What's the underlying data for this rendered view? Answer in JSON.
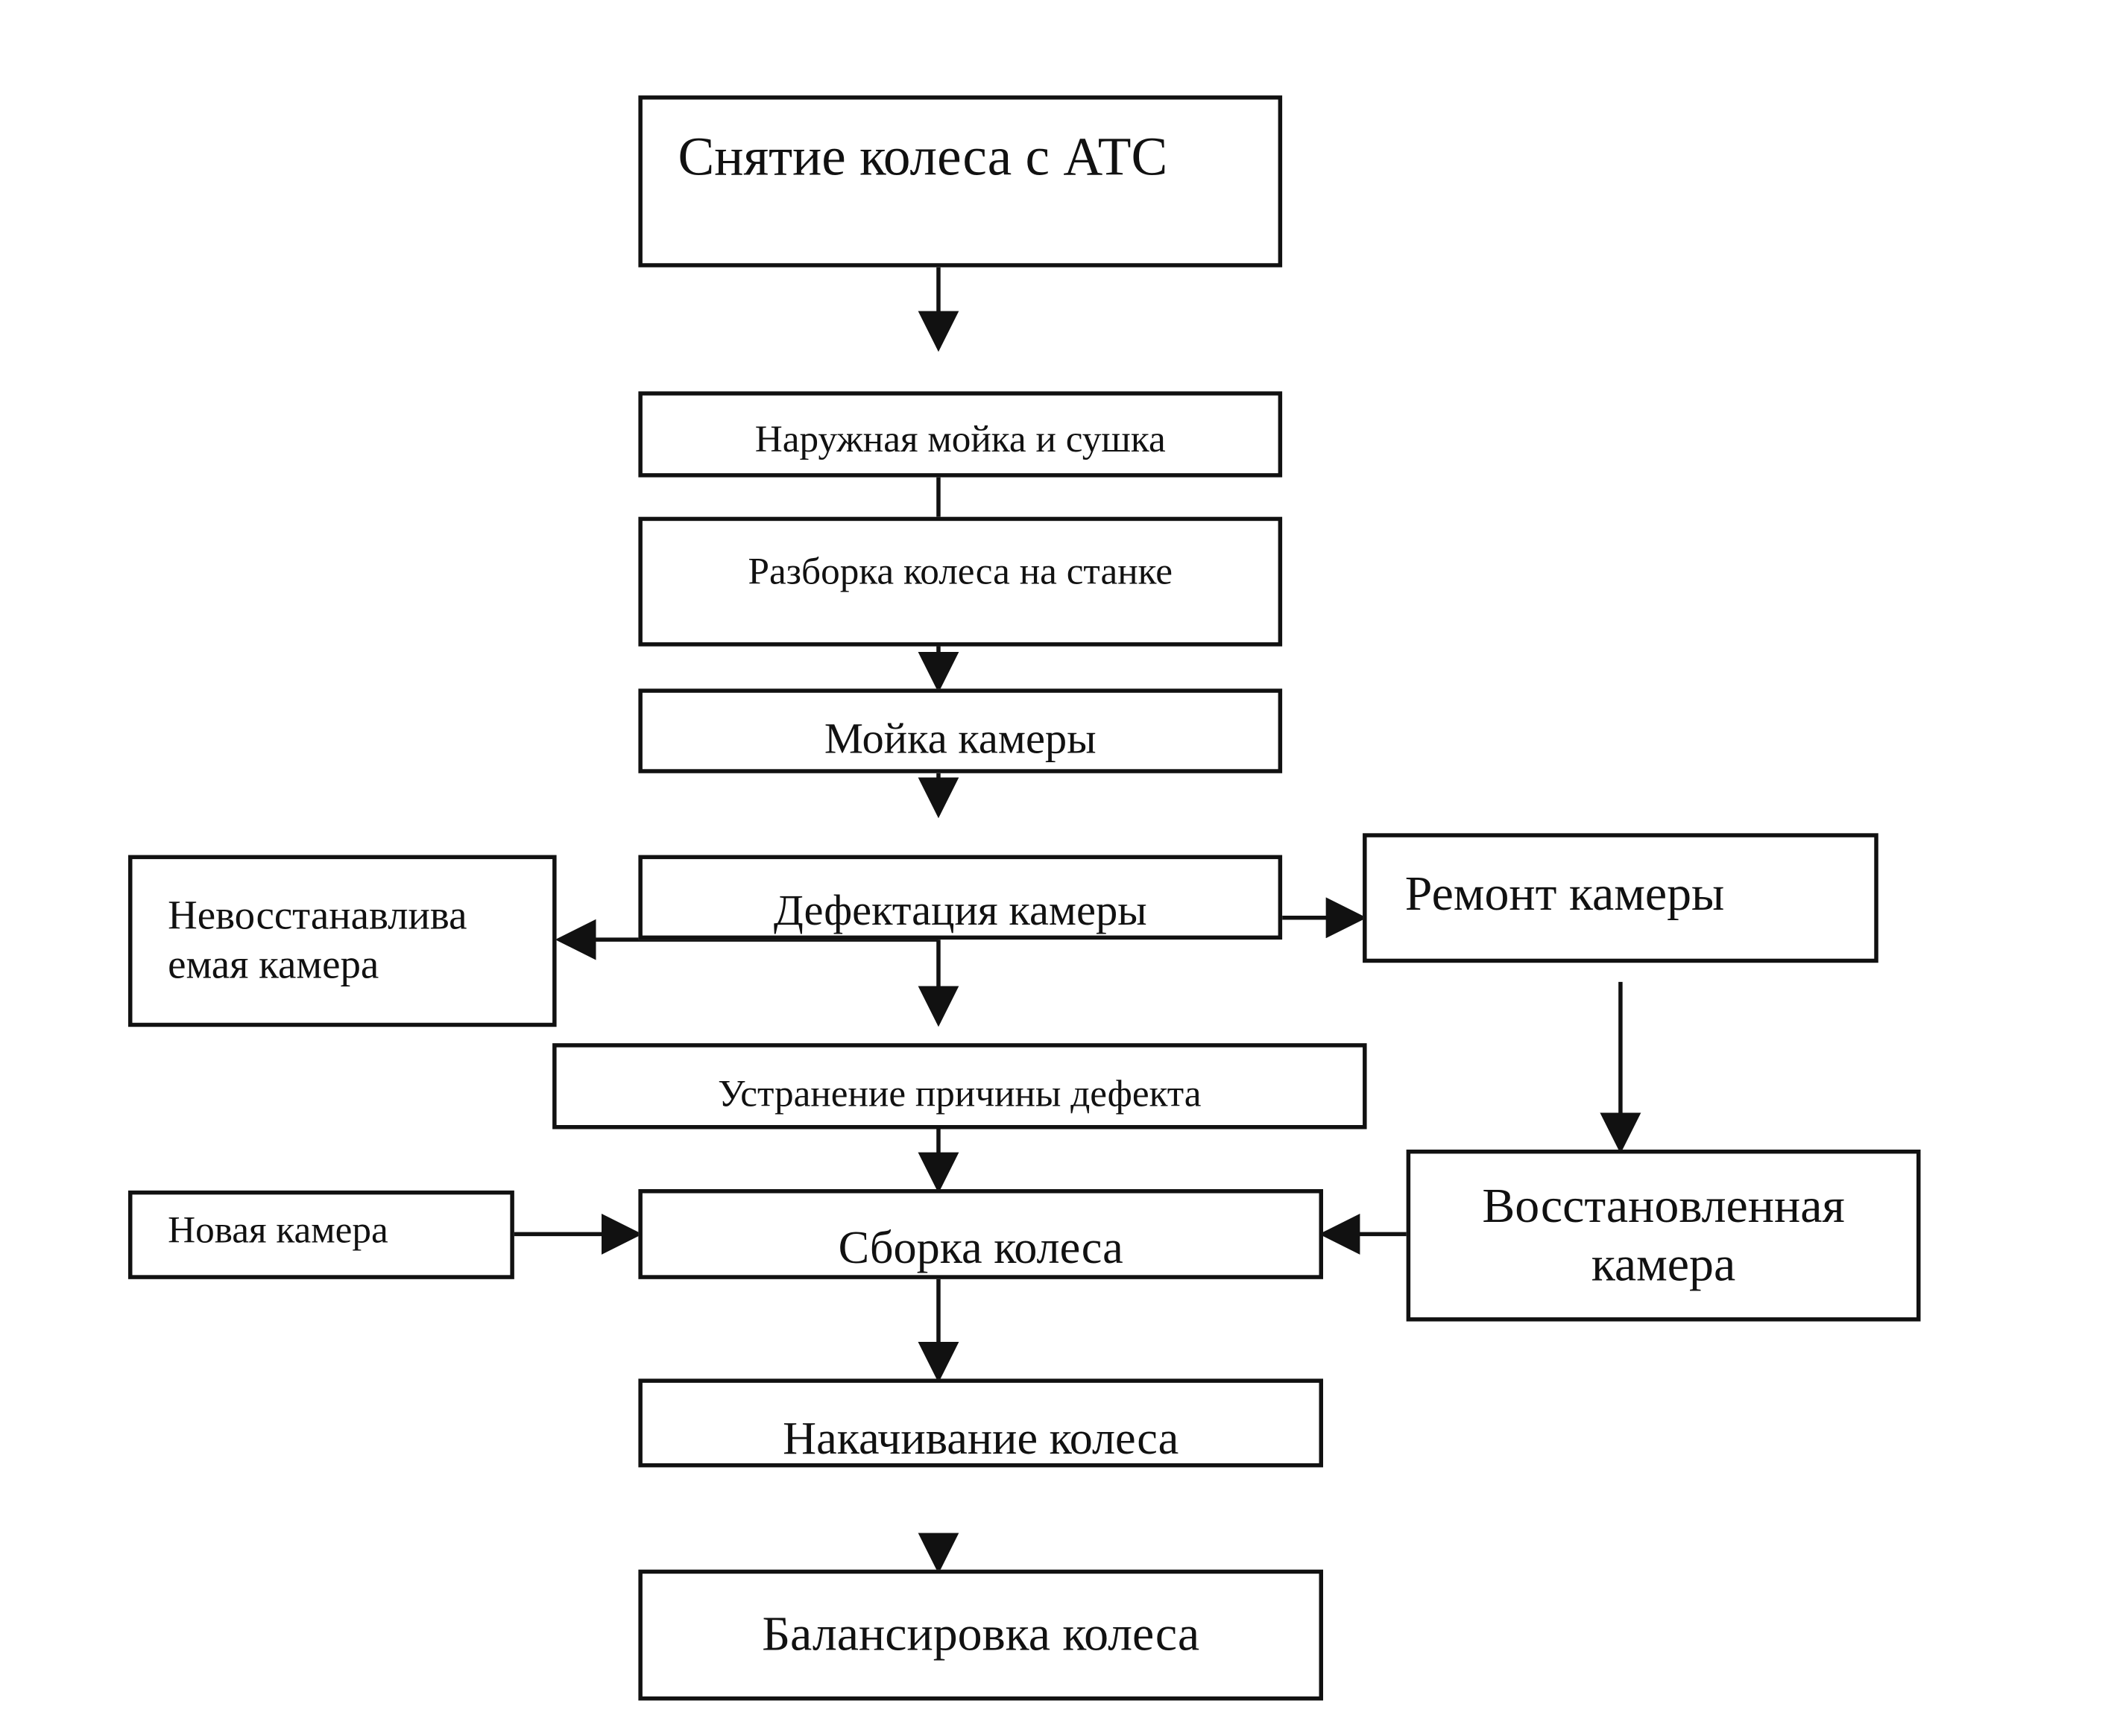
{
  "diagram": {
    "title": "",
    "nodes": {
      "remove_wheel": "Снятие колеса с АТС",
      "outer_wash": "Наружная мойка и сушка",
      "disassembly": "Разборка колеса на станке",
      "tube_wash": "Мойка камеры",
      "defect_inspection": "Дефектация камеры",
      "non_repairable": "Невосстанавлива\nемая камера",
      "tube_repair": "Ремонт камеры",
      "fix_cause": "Устранение причины дефекта",
      "new_tube": "Новая камера",
      "assembly": "Сборка колеса",
      "restored_tube": "Восстановленная\nкамера",
      "inflation": "Накачивание колеса",
      "balancing": "Балансировка колеса"
    },
    "edges": [
      {
        "from": "remove_wheel",
        "to": "outer_wash"
      },
      {
        "from": "outer_wash",
        "to": "disassembly"
      },
      {
        "from": "disassembly",
        "to": "tube_wash"
      },
      {
        "from": "tube_wash",
        "to": "defect_inspection"
      },
      {
        "from": "defect_inspection",
        "to": "non_repairable"
      },
      {
        "from": "defect_inspection",
        "to": "tube_repair"
      },
      {
        "from": "defect_inspection",
        "to": "fix_cause"
      },
      {
        "from": "tube_repair",
        "to": "restored_tube"
      },
      {
        "from": "fix_cause",
        "to": "assembly"
      },
      {
        "from": "new_tube",
        "to": "assembly"
      },
      {
        "from": "restored_tube",
        "to": "assembly"
      },
      {
        "from": "assembly",
        "to": "inflation"
      },
      {
        "from": "inflation",
        "to": "balancing"
      }
    ],
    "colors": {
      "line": "#111111",
      "background": "#ffffff"
    }
  }
}
